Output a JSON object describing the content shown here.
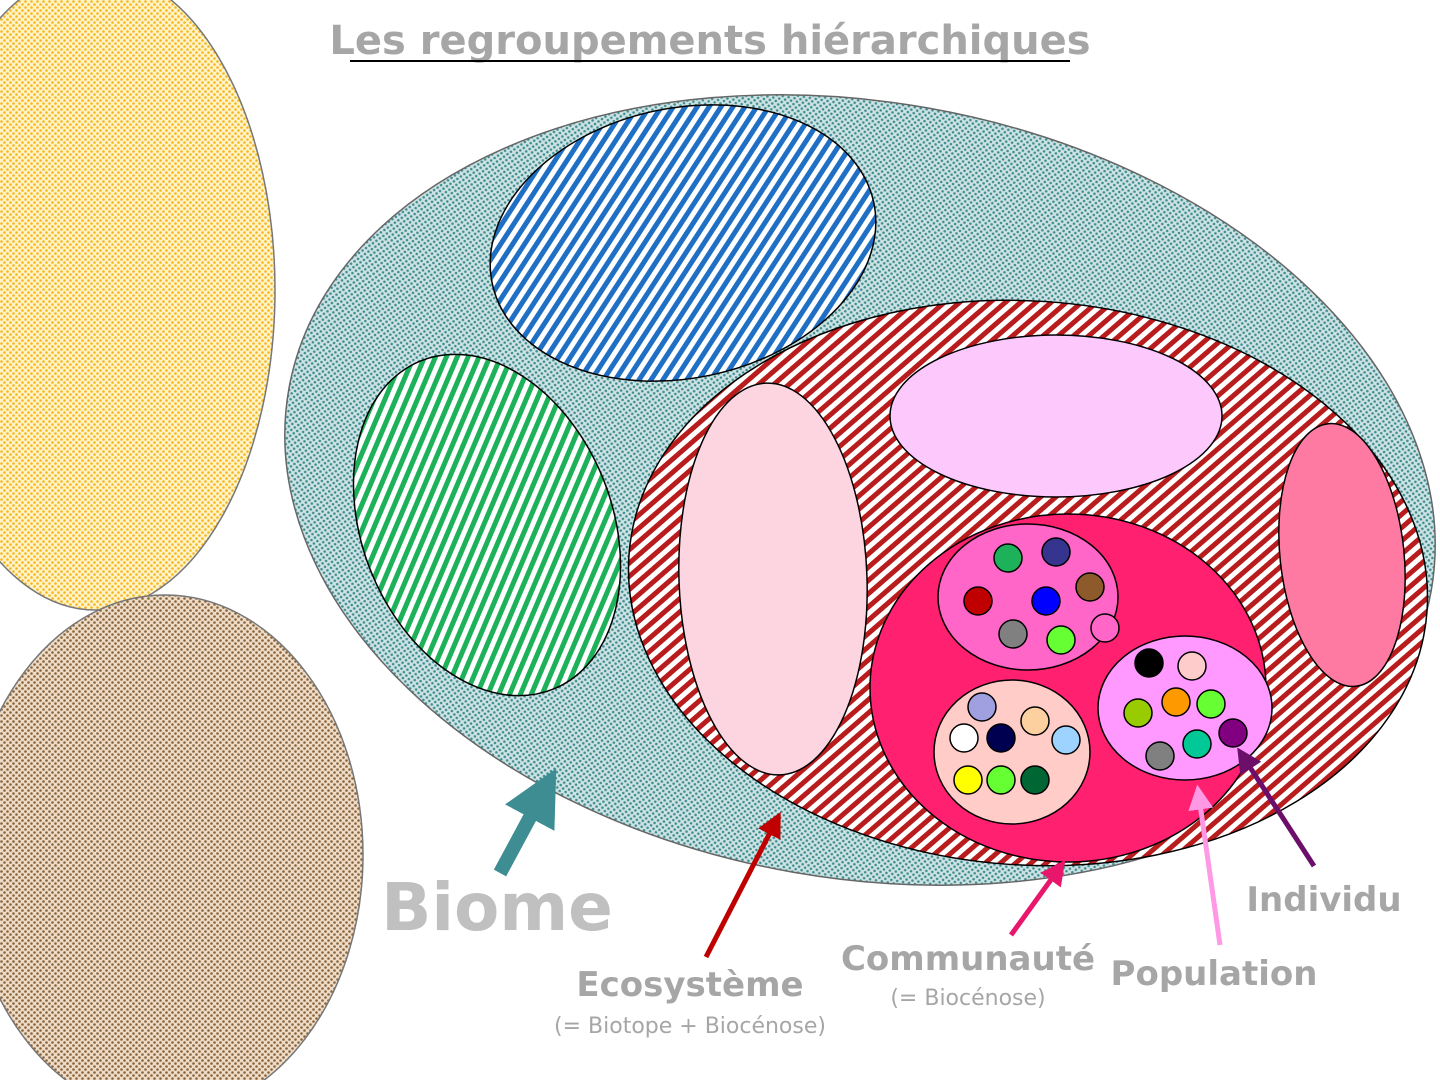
{
  "title": "Les regroupements hiérarchiques",
  "labels": {
    "biome": "Biome",
    "ecosysteme": "Ecosystème",
    "ecosysteme_sub": "(= Biotope + Biocénose)",
    "communaute": "Communauté",
    "communaute_sub": "(= Biocénose)",
    "population": "Population",
    "individu": "Individu"
  },
  "colors": {
    "biome_fill": "#3d8d93",
    "yellow_biome": "#f9c23c",
    "brown_biome": "#a07a52",
    "blue_ecosystem": "#1f6fc5",
    "green_ecosystem": "#1db15a",
    "red_ecosystem": "#b81c1c",
    "community": "#ff2070",
    "population_a": "#ff66c8",
    "population_b": "#ffccc8",
    "population_c": "#ff99ff",
    "arrow_biome": "#3d8d93",
    "arrow_ecosysteme": "#c00000",
    "arrow_communaute": "#e8176c",
    "arrow_population": "#ff99e6",
    "arrow_individu": "#6b0f6b"
  }
}
